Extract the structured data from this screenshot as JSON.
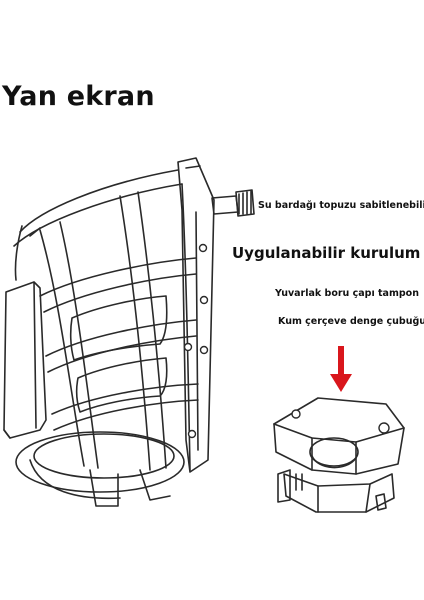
{
  "heading": "Yan ekran",
  "callouts": {
    "cup_knob": "Su bardağı topuzu sabitlenebilir",
    "installation": "Uygulanabilir kurulum",
    "round_tube": "Yuvarlak boru çapı tampon",
    "sand_frame": "Kum çerçeve denge çubuğu"
  },
  "colors": {
    "background": "#ffffff",
    "text": "#111111",
    "arrow": "#d9161c",
    "line_art": "#2a2a2a"
  },
  "icons": {
    "main": "cup-holder-sketch",
    "detail": "tube-clamp-sketch",
    "pointer": "arrow-down-icon"
  }
}
